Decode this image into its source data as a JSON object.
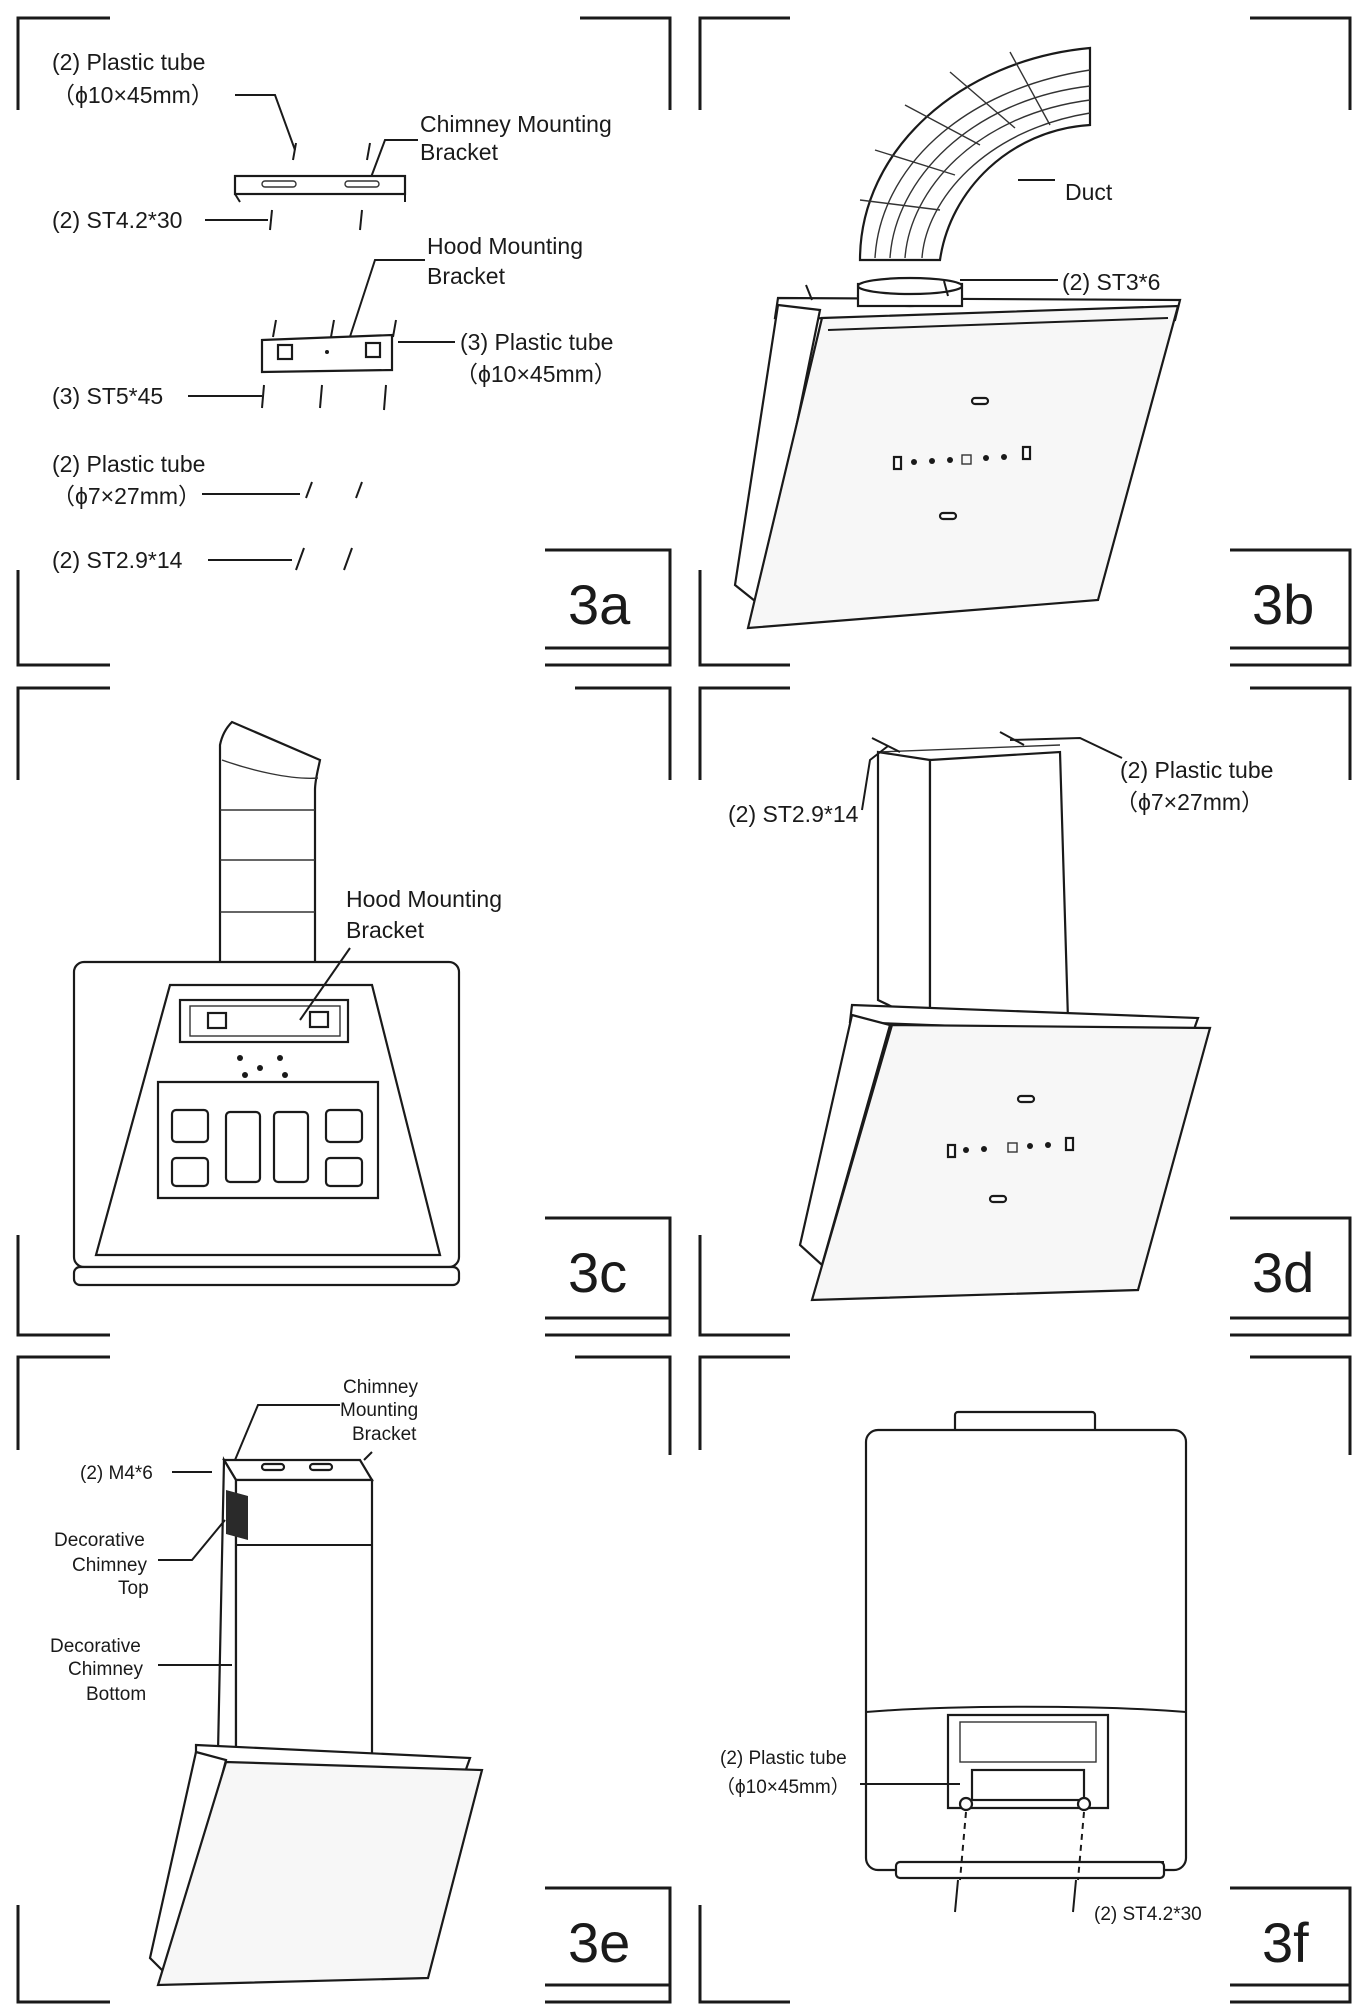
{
  "panels": {
    "a": {
      "tag": "3a",
      "plastic_tube_top_1": "(2) Plastic tube",
      "plastic_tube_top_2": "（ϕ10×45mm）",
      "chimney_bracket_1": "Chimney Mounting",
      "chimney_bracket_2": "Bracket",
      "st42": "(2) ST4.2*30",
      "hood_bracket_1": "Hood Mounting",
      "hood_bracket_2": "Bracket",
      "plastic_tube_mid_1": "(3) Plastic tube",
      "plastic_tube_mid_2": "（ϕ10×45mm）",
      "st545": "(3) ST5*45",
      "plastic_tube_small_1": "(2) Plastic tube",
      "plastic_tube_small_2": "（ϕ7×27mm）",
      "st29": "(2) ST2.9*14"
    },
    "b": {
      "tag": "3b",
      "duct": "Duct",
      "st36": "(2) ST3*6"
    },
    "c": {
      "tag": "3c",
      "hood_bracket_1": "Hood Mounting",
      "hood_bracket_2": "Bracket"
    },
    "d": {
      "tag": "3d",
      "st29": "(2) ST2.9*14",
      "plastic_tube_1": "(2) Plastic tube",
      "plastic_tube_2": "（ϕ7×27mm）"
    },
    "e": {
      "tag": "3e",
      "chimney_1": "Chimney",
      "chimney_2": "Mounting",
      "chimney_3": "Bracket",
      "m46": "(2) M4*6",
      "top_1": "Decorative",
      "top_2": "Chimney",
      "top_3": "Top",
      "bottom_1": "Decorative",
      "bottom_2": "Chimney",
      "bottom_3": "Bottom"
    },
    "f": {
      "tag": "3f",
      "plastic_tube_1": "(2) Plastic tube",
      "plastic_tube_2": "（ϕ10×45mm）",
      "st42": "(2) ST4.2*30"
    }
  }
}
